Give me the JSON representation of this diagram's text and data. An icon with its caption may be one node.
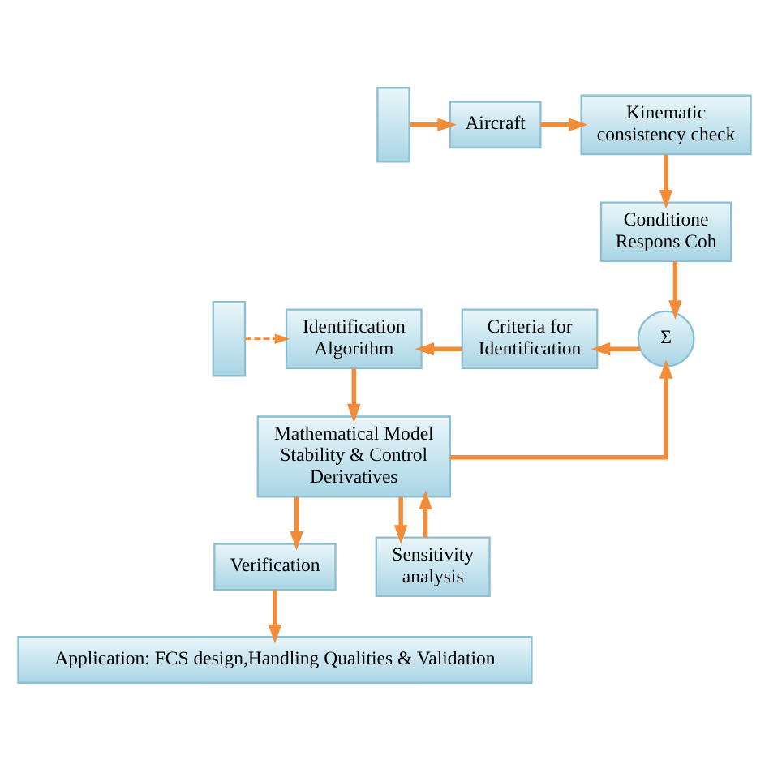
{
  "diagram": {
    "nodes": [
      {
        "text": [],
        "shape": "box"
      },
      {
        "text": [
          "Aircraft"
        ]
      },
      {
        "text": [
          "Kinematic consistency check"
        ]
      },
      {
        "text": [
          "Conditione Respons Coh"
        ]
      },
      {
        "text": [],
        "shape": "box"
      },
      {
        "text": [
          "Identification Algorithm"
        ]
      },
      {
        "text": [
          "Criteria for Identification"
        ]
      },
      {
        "text": [
          "Σ"
        ]
      },
      {
        "text": [
          "Mathematical Model Stability & Control Derivatives"
        ]
      },
      {
        "text": [
          "Sensitivity analysis"
        ]
      },
      {
        "text": [
          "Verification"
        ]
      },
      {
        "text": [
          "Application: FCS design,Handling Qualities & Validation"
        ]
      }
    ],
    "edges": [
      {
        "from": 0,
        "to": 1,
        "arrow": "to"
      },
      {
        "from": 1,
        "to": 2,
        "arrow": "to"
      },
      {
        "from": 2,
        "to": 3,
        "arrow": "to"
      },
      {
        "from": 3,
        "to": 7,
        "arrow": "to"
      },
      {
        "from": 7,
        "to": 6,
        "arrow": "to"
      },
      {
        "from": 6,
        "to": 5,
        "arrow": "to"
      },
      {
        "from": 4,
        "to": 5,
        "arrow": "to",
        "style": "dashed"
      },
      {
        "from": 5,
        "to": 8,
        "arrow": "to"
      },
      {
        "from": 8,
        "to": 7,
        "arrow": "to"
      },
      {
        "from": 8,
        "to": 9,
        "arrow": "to"
      },
      {
        "from": 9,
        "to": 8,
        "arrow": "to"
      },
      {
        "from": 8,
        "to": 10,
        "arrow": "to"
      },
      {
        "from": 10,
        "to": 11,
        "arrow": "to"
      }
    ]
  }
}
